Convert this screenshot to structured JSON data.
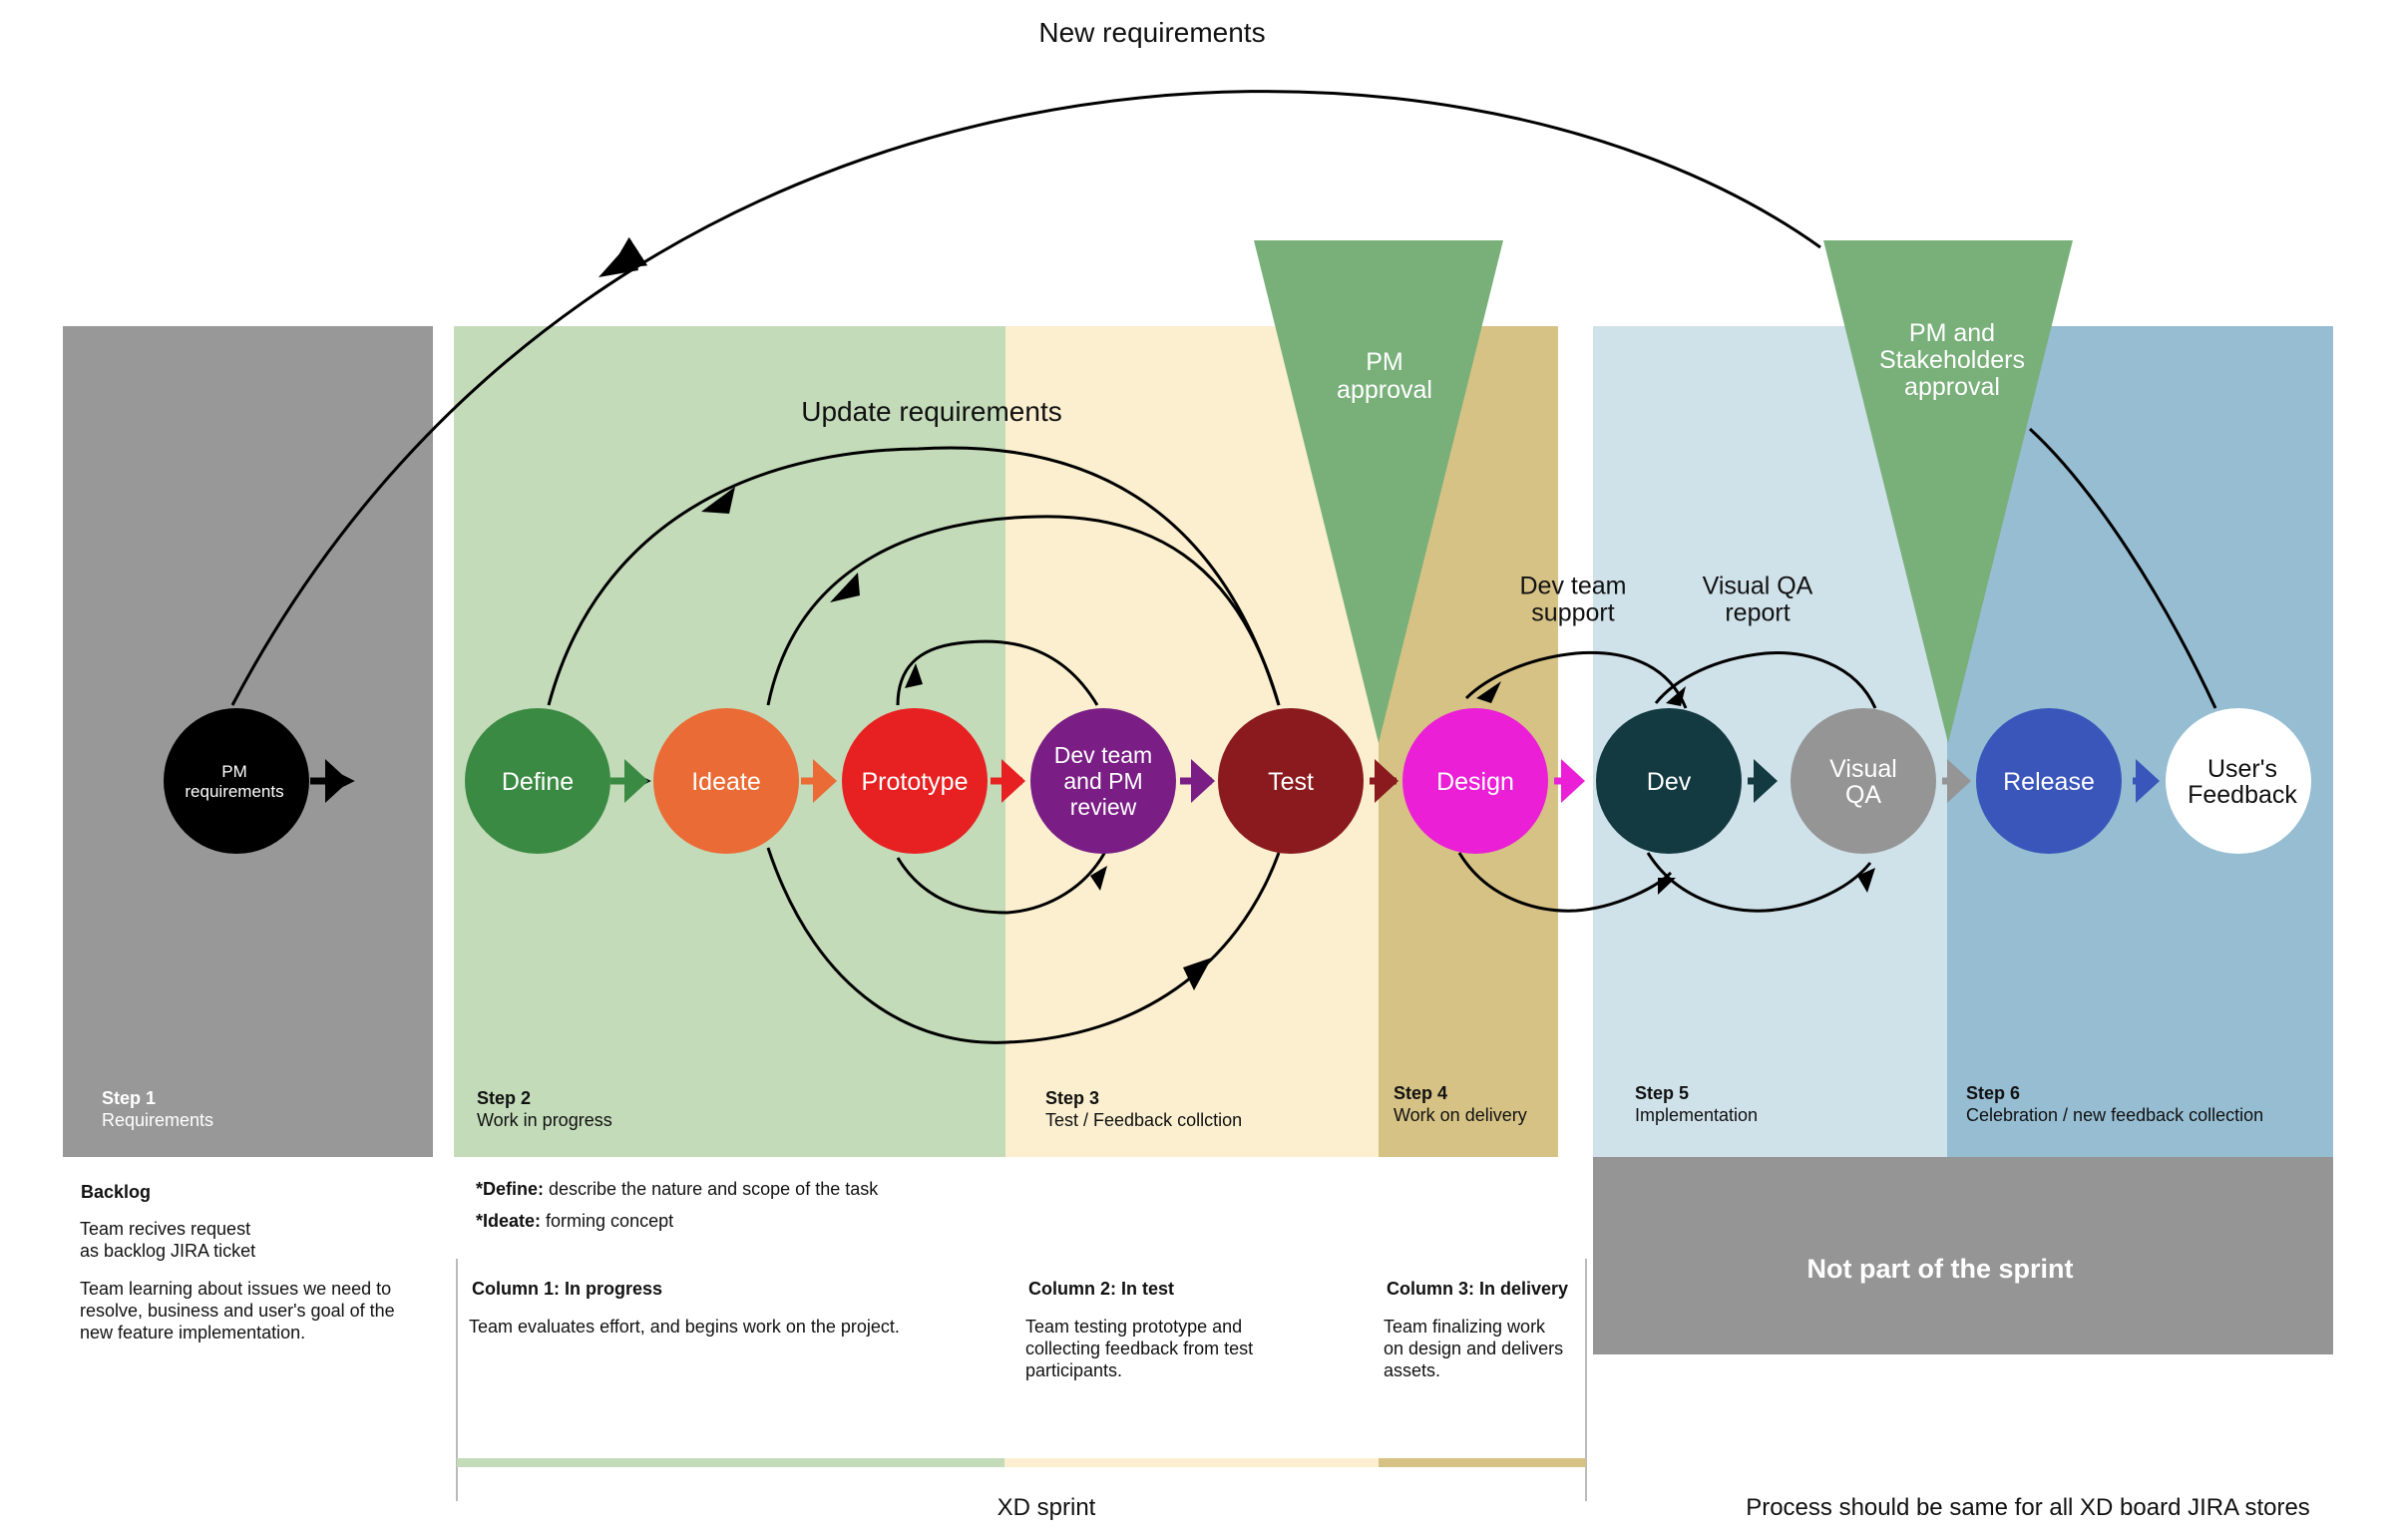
{
  "top_loop_label": "New requirements",
  "update_label": "Update requirements",
  "gate_pm": [
    "PM",
    "approval"
  ],
  "gate_stakeholders": [
    "PM and",
    "Stakeholders",
    "approval"
  ],
  "dev_support": [
    "Dev team",
    "support"
  ],
  "visual_qa_report": [
    "Visual QA",
    "report"
  ],
  "colors": {
    "step1_bg": "#989898",
    "step2_bg": "#c3dbb9",
    "step3_bg": "#fbefcf",
    "step4_bg": "#d6c285",
    "step5_bg": "#cfe1e9",
    "step6_bg": "#96bdd2",
    "gate": "#79b07a",
    "not_sprint_bg": "#959595"
  },
  "nodes": {
    "pm": {
      "label": [
        "PM",
        "requirements"
      ],
      "color": "#000000"
    },
    "define": {
      "label": [
        "Define"
      ],
      "color": "#3b8a43"
    },
    "ideate": {
      "label": [
        "Ideate"
      ],
      "color": "#ea6b35"
    },
    "prototype": {
      "label": [
        "Prototype"
      ],
      "color": "#e72122"
    },
    "devreview": {
      "label": [
        "Dev team",
        "and PM",
        "review"
      ],
      "color": "#7a1e86"
    },
    "test": {
      "label": [
        "Test"
      ],
      "color": "#8a1a1d"
    },
    "design": {
      "label": [
        "Design"
      ],
      "color": "#ea1fd6"
    },
    "dev": {
      "label": [
        "Dev"
      ],
      "color": "#123a40"
    },
    "visualqa": {
      "label": [
        "Visual",
        "QA"
      ],
      "color": "#959595"
    },
    "release": {
      "label": [
        "Release"
      ],
      "color": "#3a56bb"
    },
    "feedback": {
      "label": [
        "User's",
        "Feedback"
      ],
      "color": "#ffffff"
    }
  },
  "steps": [
    {
      "title": "Step 1",
      "sub": "Requirements"
    },
    {
      "title": "Step 2",
      "sub": "Work in progress"
    },
    {
      "title": "Step 3",
      "sub": "Test / Feedback collction"
    },
    {
      "title": "Step 4",
      "sub": "Work on delivery"
    },
    {
      "title": "Step 5",
      "sub": "Implementation"
    },
    {
      "title": "Step 6",
      "sub": "Celebration / new feedback collection"
    }
  ],
  "backlog": {
    "title": "Backlog",
    "lines1": [
      "Team recives request",
      "as backlog JIRA ticket"
    ],
    "lines2": [
      "Team learning about issues we need to",
      "resolve, business and user's goal of the",
      "new feature implementation."
    ]
  },
  "definitions": [
    {
      "term": "*Define:",
      "text": " describe the nature and scope of the task"
    },
    {
      "term": "*Ideate:",
      "text": " forming concept"
    }
  ],
  "columns": [
    {
      "title": "Column 1: In progress",
      "lines": [
        "Team evaluates effort, and begins work on the project."
      ]
    },
    {
      "title": "Column 2: In test",
      "lines": [
        "Team testing prototype and",
        "collecting feedback from test",
        "participants."
      ]
    },
    {
      "title": "Column 3: In delivery",
      "lines": [
        "Team finalizing work",
        "on design and delivers",
        "assets."
      ]
    }
  ],
  "not_sprint": "Not part of the sprint",
  "xd_sprint": "XD sprint",
  "process_note": "Process should be same for all XD board JIRA stores"
}
